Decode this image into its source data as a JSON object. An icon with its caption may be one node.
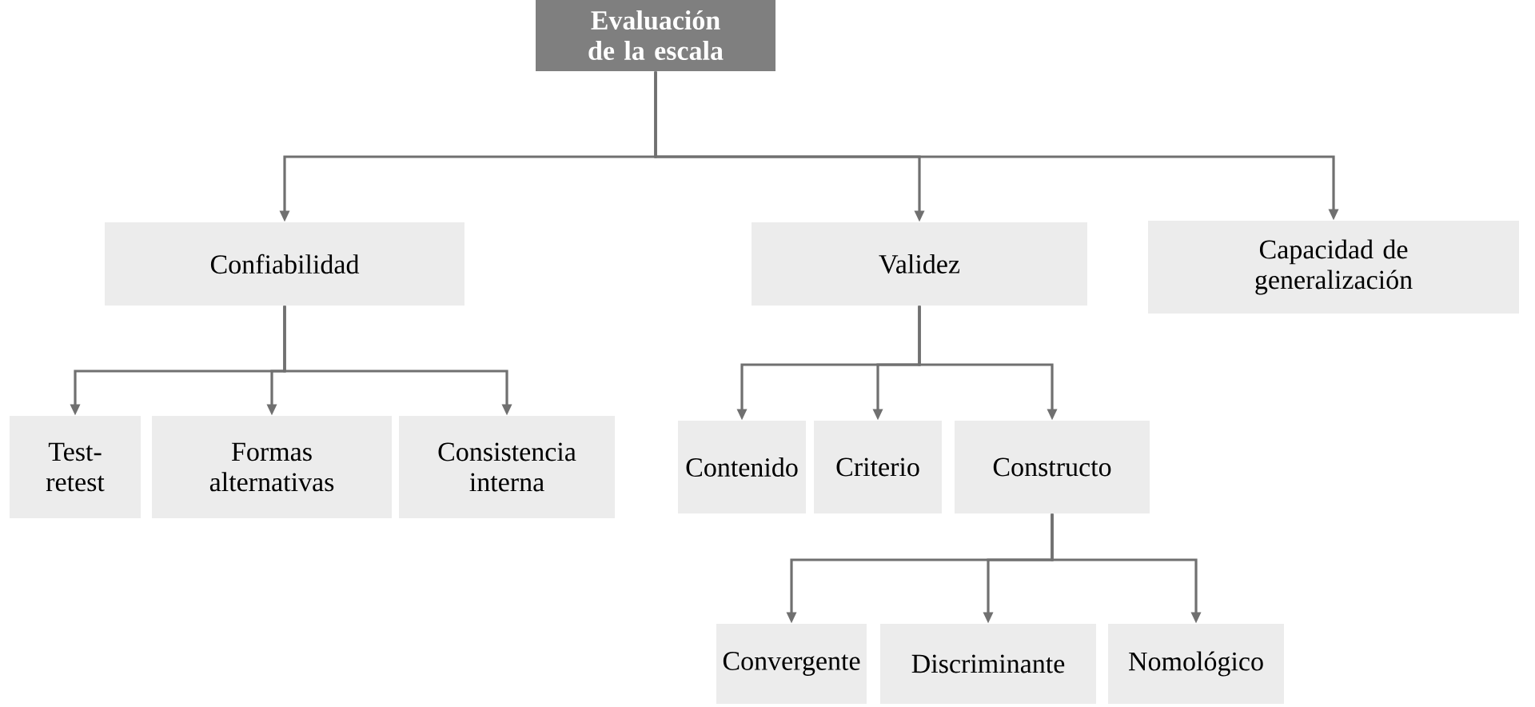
{
  "diagram": {
    "nodes": [
      {
        "text": [
          "Evaluación de la escala"
        ]
      },
      {
        "text": [
          "Confiabilidad"
        ]
      },
      {
        "text": [
          "Validez"
        ]
      },
      {
        "text": [
          "Capacidad de generalización"
        ]
      },
      {
        "text": [
          "Test-retest"
        ]
      },
      {
        "text": [
          "Formas alternativas"
        ]
      },
      {
        "text": [
          "Consistencia interna"
        ]
      },
      {
        "text": [
          "Contenido"
        ]
      },
      {
        "text": [
          "Criterio"
        ]
      },
      {
        "text": [
          "Constructo"
        ]
      },
      {
        "text": [
          "Convergente"
        ]
      },
      {
        "text": [
          "Discriminante"
        ]
      },
      {
        "text": [
          "Nomológico"
        ]
      }
    ],
    "edges": [
      {
        "from": 0,
        "to": 1,
        "arrow": "to"
      },
      {
        "from": 0,
        "to": 2,
        "arrow": "to"
      },
      {
        "from": 0,
        "to": 3,
        "arrow": "to"
      },
      {
        "from": 1,
        "to": 4,
        "arrow": "to"
      },
      {
        "from": 1,
        "to": 5,
        "arrow": "to"
      },
      {
        "from": 1,
        "to": 6,
        "arrow": "to"
      },
      {
        "from": 2,
        "to": 7,
        "arrow": "to"
      },
      {
        "from": 2,
        "to": 8,
        "arrow": "to"
      },
      {
        "from": 2,
        "to": 9,
        "arrow": "to"
      },
      {
        "from": 9,
        "to": 10,
        "arrow": "to"
      },
      {
        "from": 9,
        "to": 11,
        "arrow": "to"
      },
      {
        "from": 9,
        "to": 12,
        "arrow": "to"
      }
    ]
  }
}
